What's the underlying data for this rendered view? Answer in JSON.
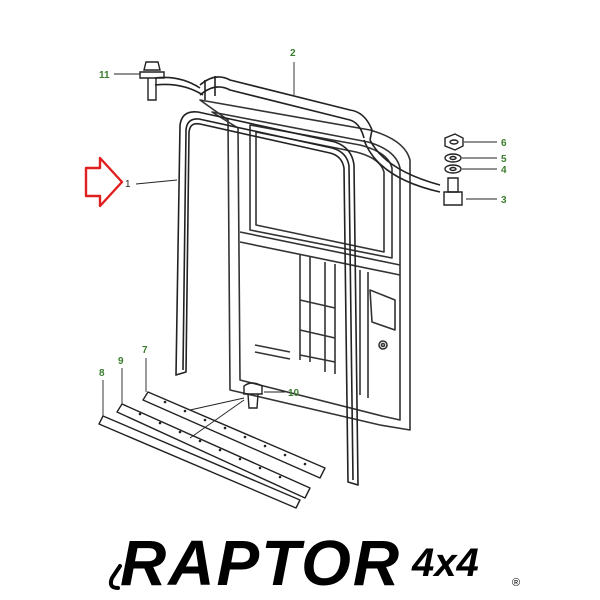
{
  "callouts": {
    "c1": "1",
    "c2": "2",
    "c3": "3",
    "c4": "4",
    "c5": "5",
    "c6": "6",
    "c7": "7",
    "c8": "8",
    "c9": "9",
    "c10": "10",
    "c11": "11"
  },
  "logo": {
    "brand": "RAPTOR",
    "suffix": "4x4",
    "registered_mark": "®"
  },
  "colors": {
    "callout_text": "#3a7d2c",
    "line": "#222222",
    "arrow": "#e02020",
    "logo": "#000000"
  }
}
